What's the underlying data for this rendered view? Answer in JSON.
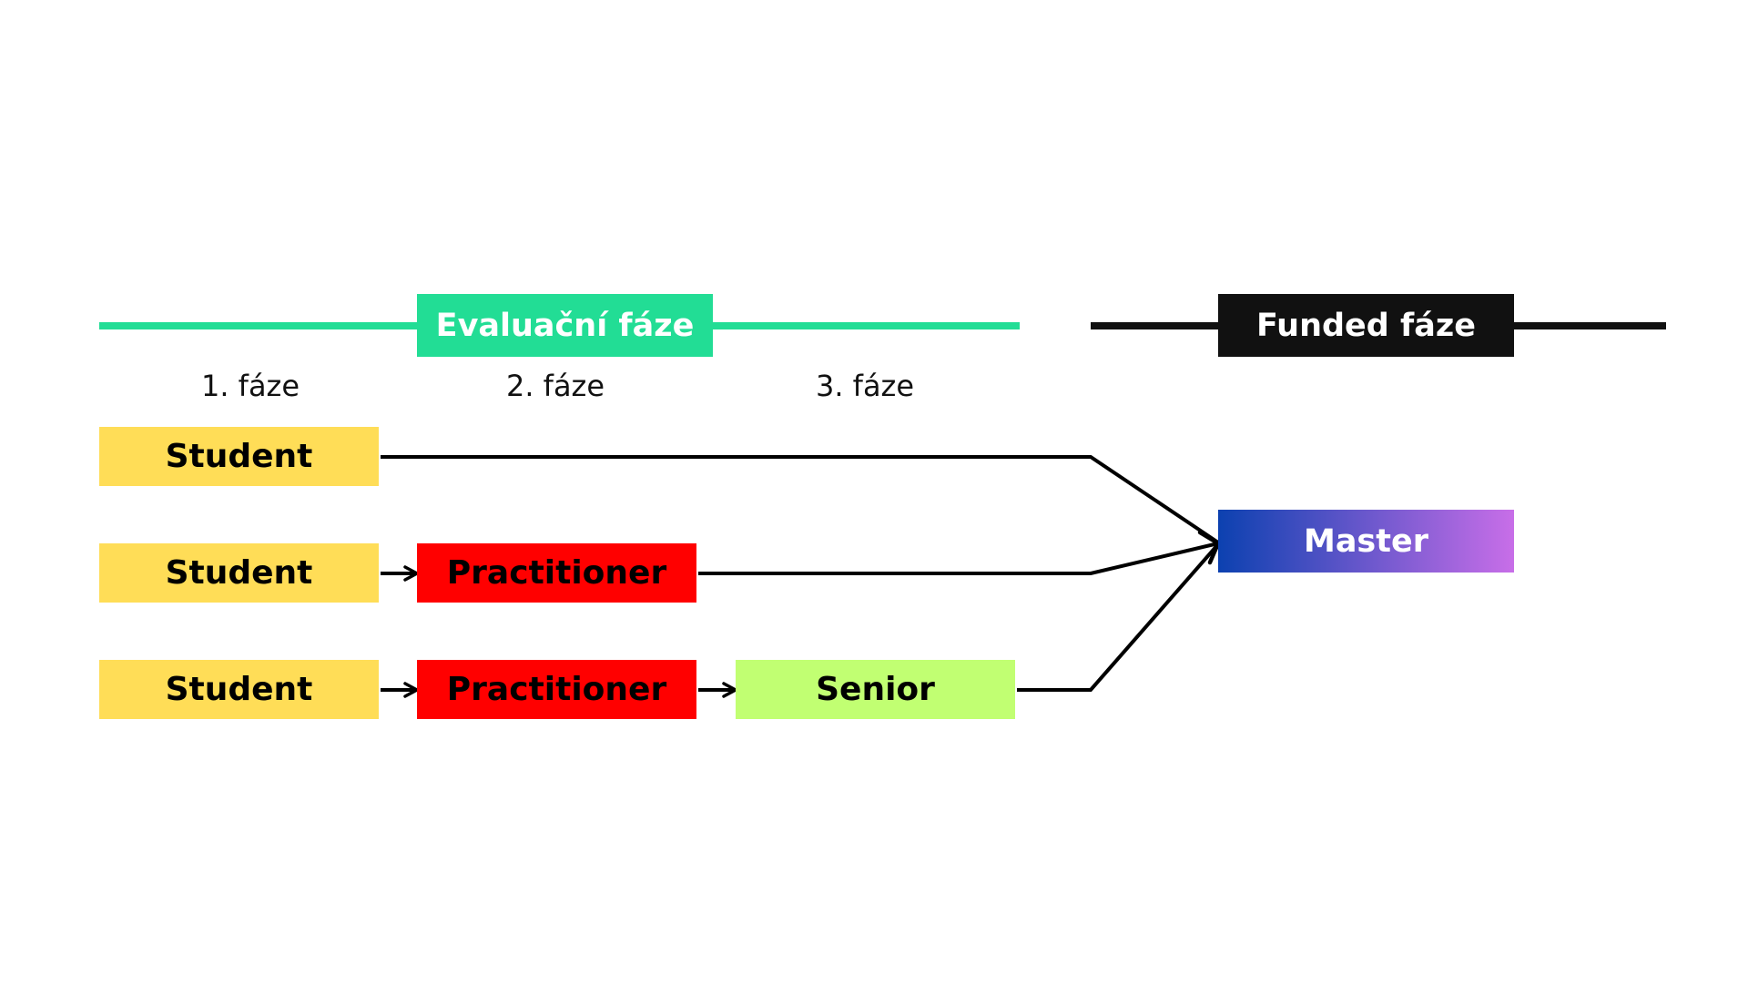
{
  "headers": {
    "evaluation": {
      "label": "Evaluační fáze",
      "color": "#22dd95"
    },
    "funded": {
      "label": "Funded fáze",
      "color": "#111111"
    }
  },
  "phases": [
    "1. fáze",
    "2. fáze",
    "3. fáze"
  ],
  "rows": [
    {
      "steps": [
        {
          "label": "Student",
          "color": "#ffdd57"
        }
      ]
    },
    {
      "steps": [
        {
          "label": "Student",
          "color": "#ffdd57"
        },
        {
          "label": "Practitioner",
          "color": "#ff0000"
        }
      ]
    },
    {
      "steps": [
        {
          "label": "Student",
          "color": "#ffdd57"
        },
        {
          "label": "Practitioner",
          "color": "#ff0000"
        },
        {
          "label": "Senior",
          "color": "#c1ff72"
        }
      ]
    }
  ],
  "target": {
    "label": "Master",
    "gradient_start": "#0c41b0",
    "gradient_end": "#c86ee8"
  }
}
